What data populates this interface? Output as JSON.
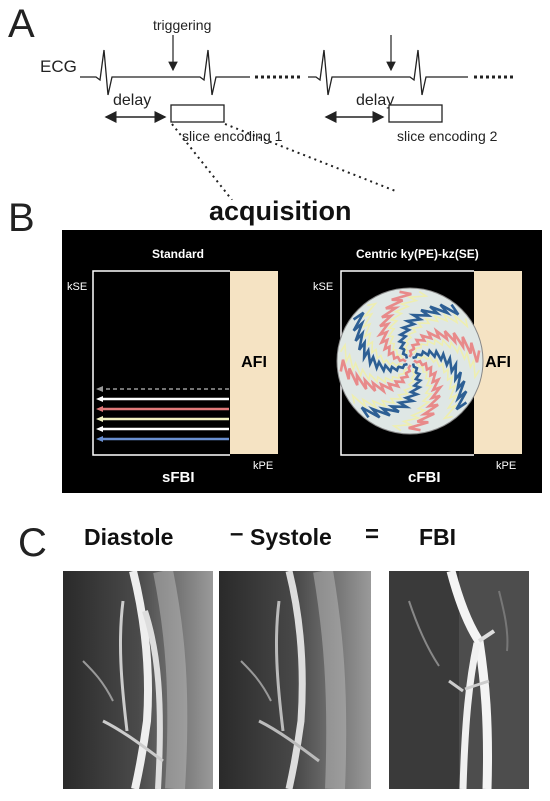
{
  "panel_a": {
    "letter": "A",
    "ecg_label": "ECG",
    "triggering_label": "triggering",
    "delay_label_1": "delay",
    "delay_label_2": "delay",
    "slice_label_1": "slice encoding 1",
    "slice_label_2": "slice encoding 2"
  },
  "panel_b": {
    "letter": "B",
    "title": "acquisition",
    "left": {
      "header": "Standard",
      "axis_y": "kSE",
      "axis_x": "kPE",
      "afi_label": "AFI",
      "caption": "sFBI"
    },
    "right": {
      "header": "Centric ky(PE)-kz(SE)",
      "axis_y": "kSE",
      "axis_x": "kPE",
      "afi_label": "AFI",
      "caption": "cFBI"
    },
    "arrow_colors": [
      "#999999",
      "#ffffff",
      "#e07a7a",
      "#f2f2c0",
      "#ffffff",
      "#6a8fd0"
    ]
  },
  "panel_c": {
    "letter": "C",
    "label_diastole": "Diastole",
    "op_minus": "–",
    "label_systole": "Systole",
    "op_equals": "=",
    "label_fbi": "FBI"
  }
}
